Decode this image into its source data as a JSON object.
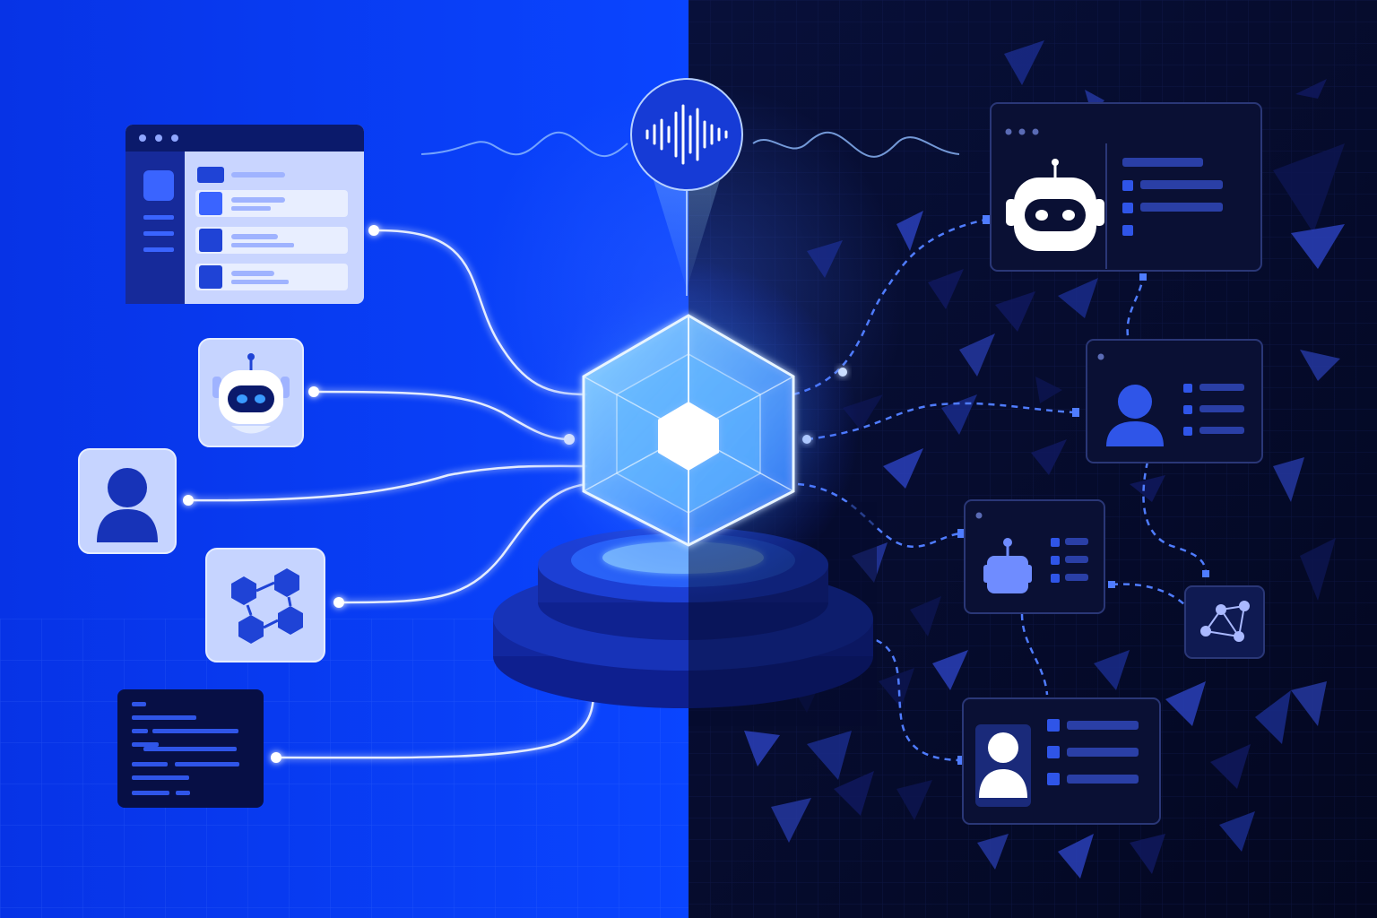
{
  "colors": {
    "left_background": "#0a3cf0",
    "right_background": "#050b2e",
    "connector_light": "#dfe9ff",
    "connector_dashed": "#4a74ff",
    "hub_glow": "#6fc3ff",
    "card_light": "#c9d6ff",
    "card_dark": "#0a1034",
    "accent_blue": "#1f4fd6"
  },
  "diagram": {
    "hub": {
      "icon": "hexagon-cube-icon",
      "pedestal": "platform-icon"
    },
    "voice_bubble": {
      "icon": "sound-wave-icon"
    },
    "left_sources": [
      {
        "id": "app-window",
        "icon": "app-window-icon"
      },
      {
        "id": "robot",
        "icon": "robot-icon"
      },
      {
        "id": "user",
        "icon": "user-icon"
      },
      {
        "id": "hex-network",
        "icon": "hex-network-icon"
      },
      {
        "id": "code-editor",
        "icon": "code-editor-icon"
      }
    ],
    "right_agents": [
      {
        "id": "robot-agent-window",
        "icon": "robot-icon"
      },
      {
        "id": "user-agent-window",
        "icon": "user-icon"
      },
      {
        "id": "bot-agent-window",
        "icon": "robot-icon"
      },
      {
        "id": "graph-node",
        "icon": "graph-icon"
      },
      {
        "id": "person-agent-window",
        "icon": "user-icon"
      }
    ]
  }
}
